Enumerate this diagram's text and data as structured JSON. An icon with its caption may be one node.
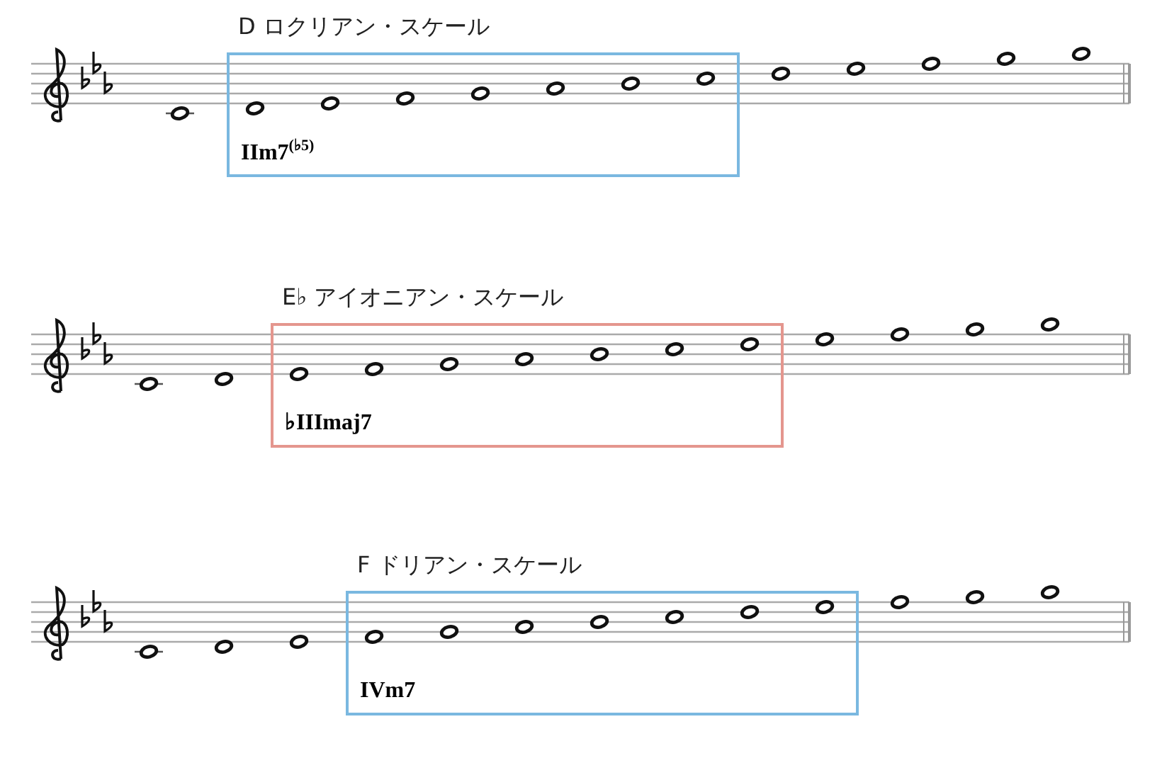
{
  "diagram": {
    "nodes": [
      {
        "text": [
          "D ロクリアン・スケール",
          "IIm7$^{(♭5)}$"
        ]
      },
      {
        "text": [
          "E♭ アイオニアン・スケール",
          "♭IIImaj7"
        ]
      },
      {
        "text": [
          "F ドリアン・スケール",
          "IVm7"
        ]
      }
    ]
  }
}
